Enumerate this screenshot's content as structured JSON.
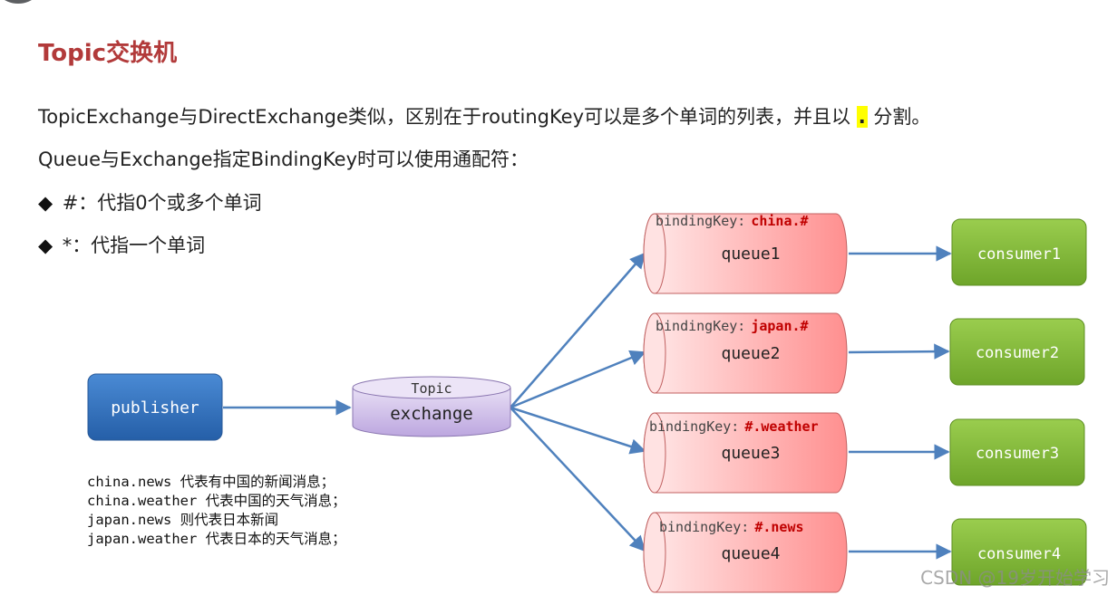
{
  "title": "Topic交换机",
  "intro": {
    "line1_before": "TopicExchange与DirectExchange类似，区别在于routingKey可以是多个单词的列表，并且以",
    "line1_highlight": ".",
    "line1_after": "分割。",
    "line2": "Queue与Exchange指定BindingKey时可以使用通配符："
  },
  "bullets": [
    {
      "icon": "diamond-bullet-icon",
      "text": "#：代指0个或多个单词"
    },
    {
      "icon": "diamond-bullet-icon",
      "text": "*：代指一个单词"
    }
  ],
  "diagram": {
    "publisher": "publisher",
    "exchange": {
      "type": "Topic",
      "name": "exchange"
    },
    "binding_key_label": "bindingKey:",
    "queues": [
      {
        "name": "queue1",
        "binding_key": "china.#",
        "consumer": "consumer1"
      },
      {
        "name": "queue2",
        "binding_key": "japan.#",
        "consumer": "consumer2"
      },
      {
        "name": "queue3",
        "binding_key": "#.weather",
        "consumer": "consumer3"
      },
      {
        "name": "queue4",
        "binding_key": "#.news",
        "consumer": "consumer4"
      }
    ]
  },
  "notes": [
    "china.news 代表有中国的新闻消息；",
    "china.weather 代表中国的天气消息；",
    "japan.news 则代表日本新闻",
    "japan.weather 代表日本的天气消息；"
  ],
  "watermark": "CSDN @19岁开始学习",
  "colors": {
    "title": "#b23a3a",
    "binding_key": "#c00000",
    "publisher": "#2e6fc0",
    "exchange": "#c9b6e6",
    "queue": "#ff9a9a",
    "consumer": "#7fb335",
    "arrow": "#4f81bd",
    "highlight": "#ffff00"
  }
}
